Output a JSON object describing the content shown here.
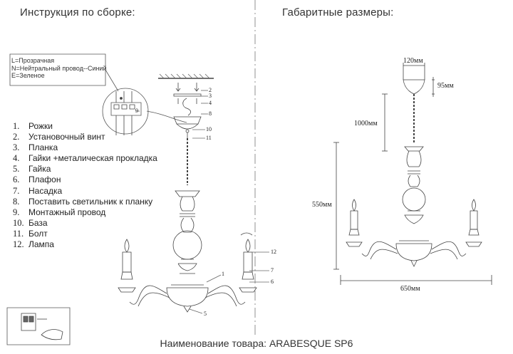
{
  "headings": {
    "instructions": "Инструкция по сборке:",
    "dimensions": "Габаритные размеры:"
  },
  "wiring_legend": {
    "line1": "L=Прозрачная",
    "line2": "N=Нейтральный провод--Синий",
    "line3": "E=Зеленое"
  },
  "parts": [
    {
      "num": "1.",
      "label": "Рожки"
    },
    {
      "num": "2.",
      "label": "Установочный винт"
    },
    {
      "num": "3.",
      "label": "Планка"
    },
    {
      "num": "4.",
      "label": "Гайки +металическая прокладка"
    },
    {
      "num": "5.",
      "label": "Гайка"
    },
    {
      "num": "6.",
      "label": "Плафон"
    },
    {
      "num": "7.",
      "label": "Насадка"
    },
    {
      "num": "8.",
      "label": "Поставить светильник к планку"
    },
    {
      "num": "9.",
      "label": "Монтажный провод"
    },
    {
      "num": "10.",
      "label": "База"
    },
    {
      "num": "11.",
      "label": "Болт"
    },
    {
      "num": "12.",
      "label": "Лампа"
    }
  ],
  "callout_numbers": [
    "1",
    "2",
    "3",
    "4",
    "5",
    "6",
    "7",
    "8",
    "9",
    "10",
    "11",
    "12"
  ],
  "dimensions": {
    "canopy_width": "120мм",
    "canopy_height": "95мм",
    "chain_length": "1000мм",
    "body_height": "550мм",
    "overall_width": "650мм"
  },
  "product_name": "Наименование товара: ARABESQUE SP6"
}
